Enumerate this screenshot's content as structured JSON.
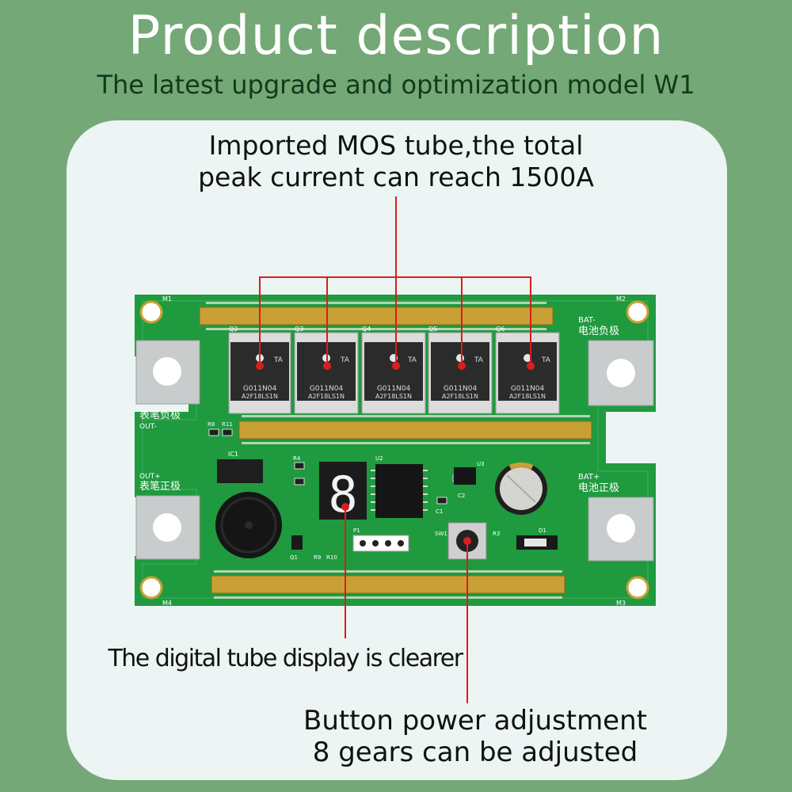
{
  "header": {
    "title": "Product description",
    "subtitle": "The latest upgrade and optimization model W1"
  },
  "callouts": {
    "mos_line1": "Imported MOS tube,the total",
    "mos_line2": "peak current can reach 1500A",
    "display": "The digital tube display is clearer",
    "button_line1": "Button power adjustment",
    "button_line2": "8 gears can be adjusted"
  },
  "board": {
    "mosfet_marking_line1": "G011N04",
    "mosfet_marking_line2": "A2F18LS1N",
    "mosfet_brand": "TA",
    "mosfet_refs": [
      "Q2",
      "Q3",
      "Q4",
      "Q5",
      "Q6"
    ],
    "mount_refs": [
      "M1",
      "M2",
      "M3",
      "M4"
    ],
    "label_bat_neg_code": "BAT-",
    "label_bat_neg": "电池负极",
    "label_bat_pos_code": "BAT+",
    "label_bat_pos": "电池正极",
    "label_out_neg": "表笔负极",
    "label_out_neg_code": "OUT-",
    "label_out_pos_code": "OUT+",
    "label_out_pos": "表笔正极",
    "display_digit": "8",
    "ic_refs": [
      "IC1",
      "U2",
      "U3"
    ],
    "misc_refs": [
      "R8",
      "R11",
      "R4",
      "C2",
      "C1",
      "SW1",
      "P1",
      "D1",
      "Q1",
      "R9",
      "R10",
      "R3"
    ]
  },
  "colors": {
    "background": "#74a876",
    "card": "#ecf4f4",
    "pcb": "#1f9a3f",
    "gold": "#c9a035",
    "leader_line": "#d81e1e"
  }
}
